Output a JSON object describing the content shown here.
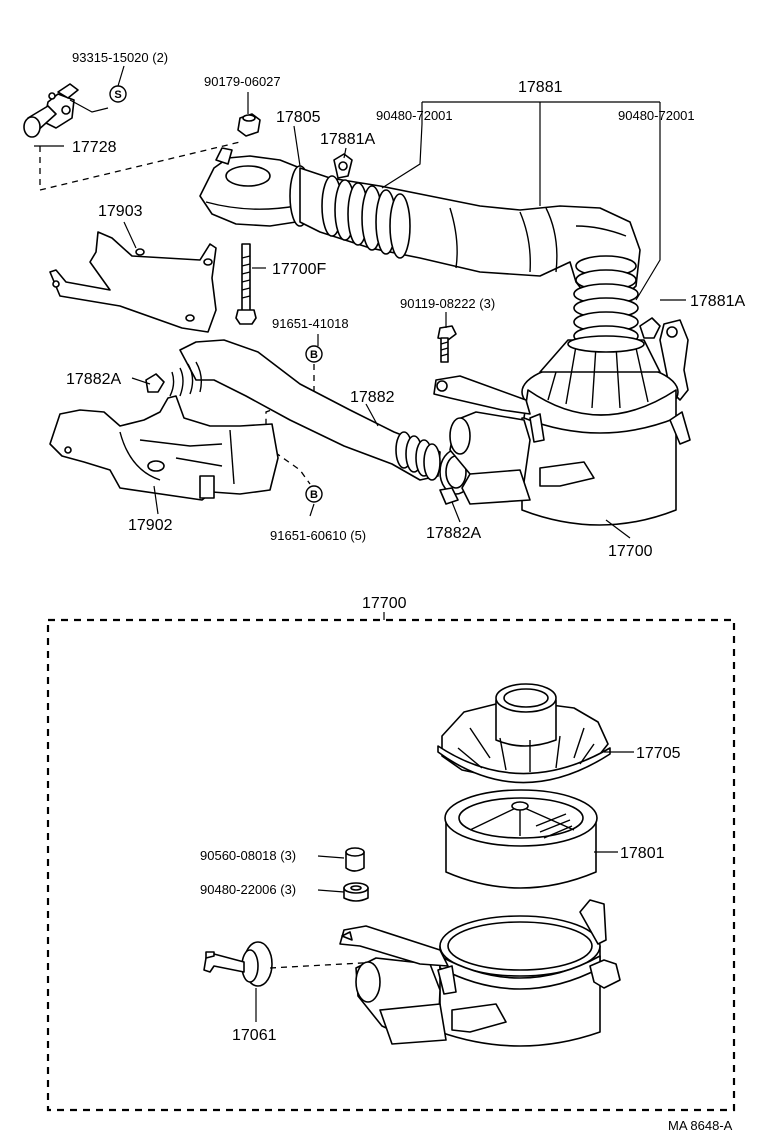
{
  "labels": {
    "p93315_15020": "93315-15020 (2)",
    "p90179_06027": "90179-06027",
    "p17881": "17881",
    "p17805": "17805",
    "p90480_72001_a": "90480-72001",
    "p90480_72001_b": "90480-72001",
    "p17881A_top": "17881A",
    "p17728": "17728",
    "p17903": "17903",
    "p17700F": "17700F",
    "p90119_08222": "90119-08222 (3)",
    "p17881A_right": "17881A",
    "p91651_41018": "91651-41018",
    "p17882A_left": "17882A",
    "p17882": "17882",
    "p17902": "17902",
    "p91651_60610": "91651-60610 (5)",
    "p17882A_bottom": "17882A",
    "p17700_assy": "17700",
    "p17700_group": "17700",
    "p17705": "17705",
    "p17801": "17801",
    "p90560_08018": "90560-08018 (3)",
    "p90480_22006": "90480-22006 (3)",
    "p17061": "17061"
  },
  "symbols": {
    "s": "S",
    "b": "B"
  },
  "footer": {
    "code": "MA  8648-A"
  }
}
